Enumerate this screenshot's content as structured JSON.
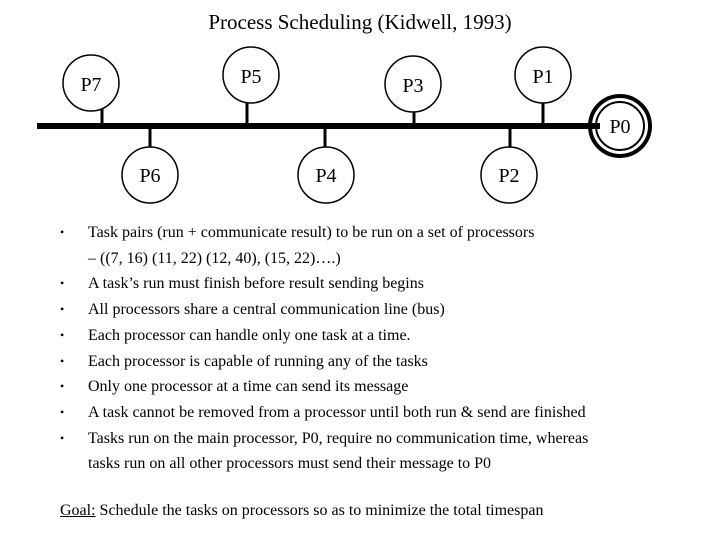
{
  "title": "Process Scheduling (Kidwell, 1993)",
  "processors": {
    "p0": "P0",
    "p1": "P1",
    "p2": "P2",
    "p3": "P3",
    "p4": "P4",
    "p5": "P5",
    "p6": "P6",
    "p7": "P7"
  },
  "bullets": [
    "Task pairs (run + communicate result) to be run on a set of processors",
    "A task’s run must finish before result sending begins",
    "All processors share a central communication line (bus)",
    "Each processor can handle only one task at a time.",
    "Each processor is capable of running any of the tasks",
    "Only one processor at a time can send its message",
    "A task cannot be removed from a processor until both run & send are finished",
    "Tasks run on the main processor, P0, require no communication time, whereas",
    "tasks run on all other processors must send their message to P0"
  ],
  "sub_bullet": "– ((7, 16) (11, 22) (12, 40), (15, 22)….)",
  "bullet_marker": "•",
  "goal": {
    "label": "Goal:",
    "text": " Schedule the tasks on processors so as to minimize the total timespan"
  }
}
